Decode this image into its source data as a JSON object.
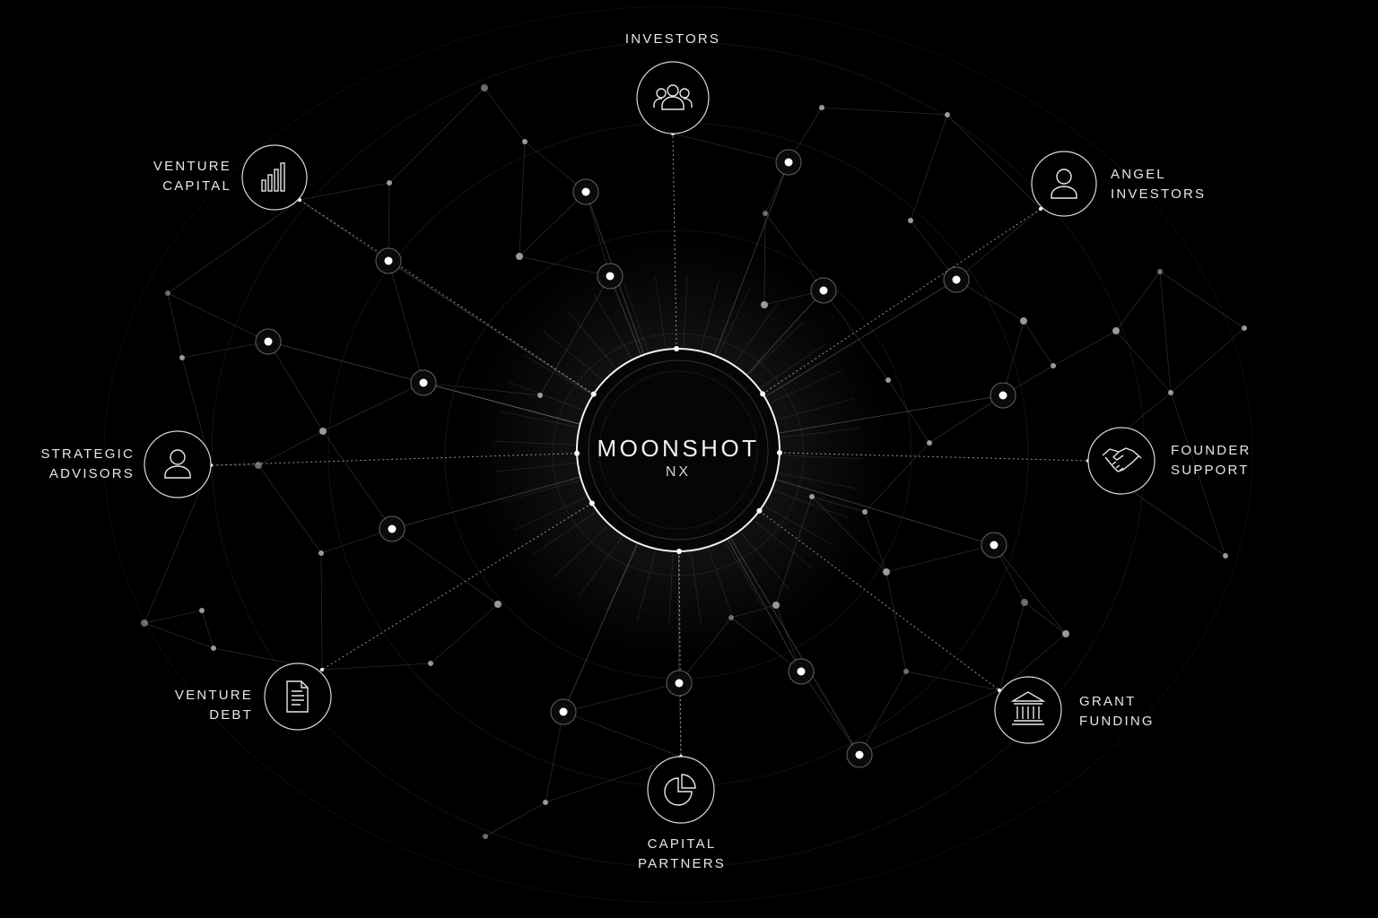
{
  "center": {
    "title": "MOONSHOT",
    "subtitle": "NX"
  },
  "nodes": [
    {
      "id": "investors",
      "line1": "INVESTORS",
      "line2": "",
      "icon": "people-group-icon"
    },
    {
      "id": "angel-investors",
      "line1": "ANGEL",
      "line2": "INVESTORS",
      "icon": "person-icon"
    },
    {
      "id": "founder-support",
      "line1": "FOUNDER",
      "line2": "SUPPORT",
      "icon": "handshake-icon"
    },
    {
      "id": "grant-funding",
      "line1": "GRANT",
      "line2": "FUNDING",
      "icon": "bank-building-icon"
    },
    {
      "id": "capital-partners",
      "line1": "CAPITAL",
      "line2": "PARTNERS",
      "icon": "pie-chart-icon"
    },
    {
      "id": "venture-debt",
      "line1": "VENTURE",
      "line2": "DEBT",
      "icon": "document-icon"
    },
    {
      "id": "strategic-advisors",
      "line1": "STRATEGIC",
      "line2": "ADVISORS",
      "icon": "person-icon"
    },
    {
      "id": "venture-capital",
      "line1": "VENTURE",
      "line2": "CAPITAL",
      "icon": "bar-chart-icon"
    }
  ],
  "colors": {
    "background": "#000000",
    "line": "#9a9a9a",
    "node": "#ffffff",
    "text": "#e6e6e6"
  }
}
